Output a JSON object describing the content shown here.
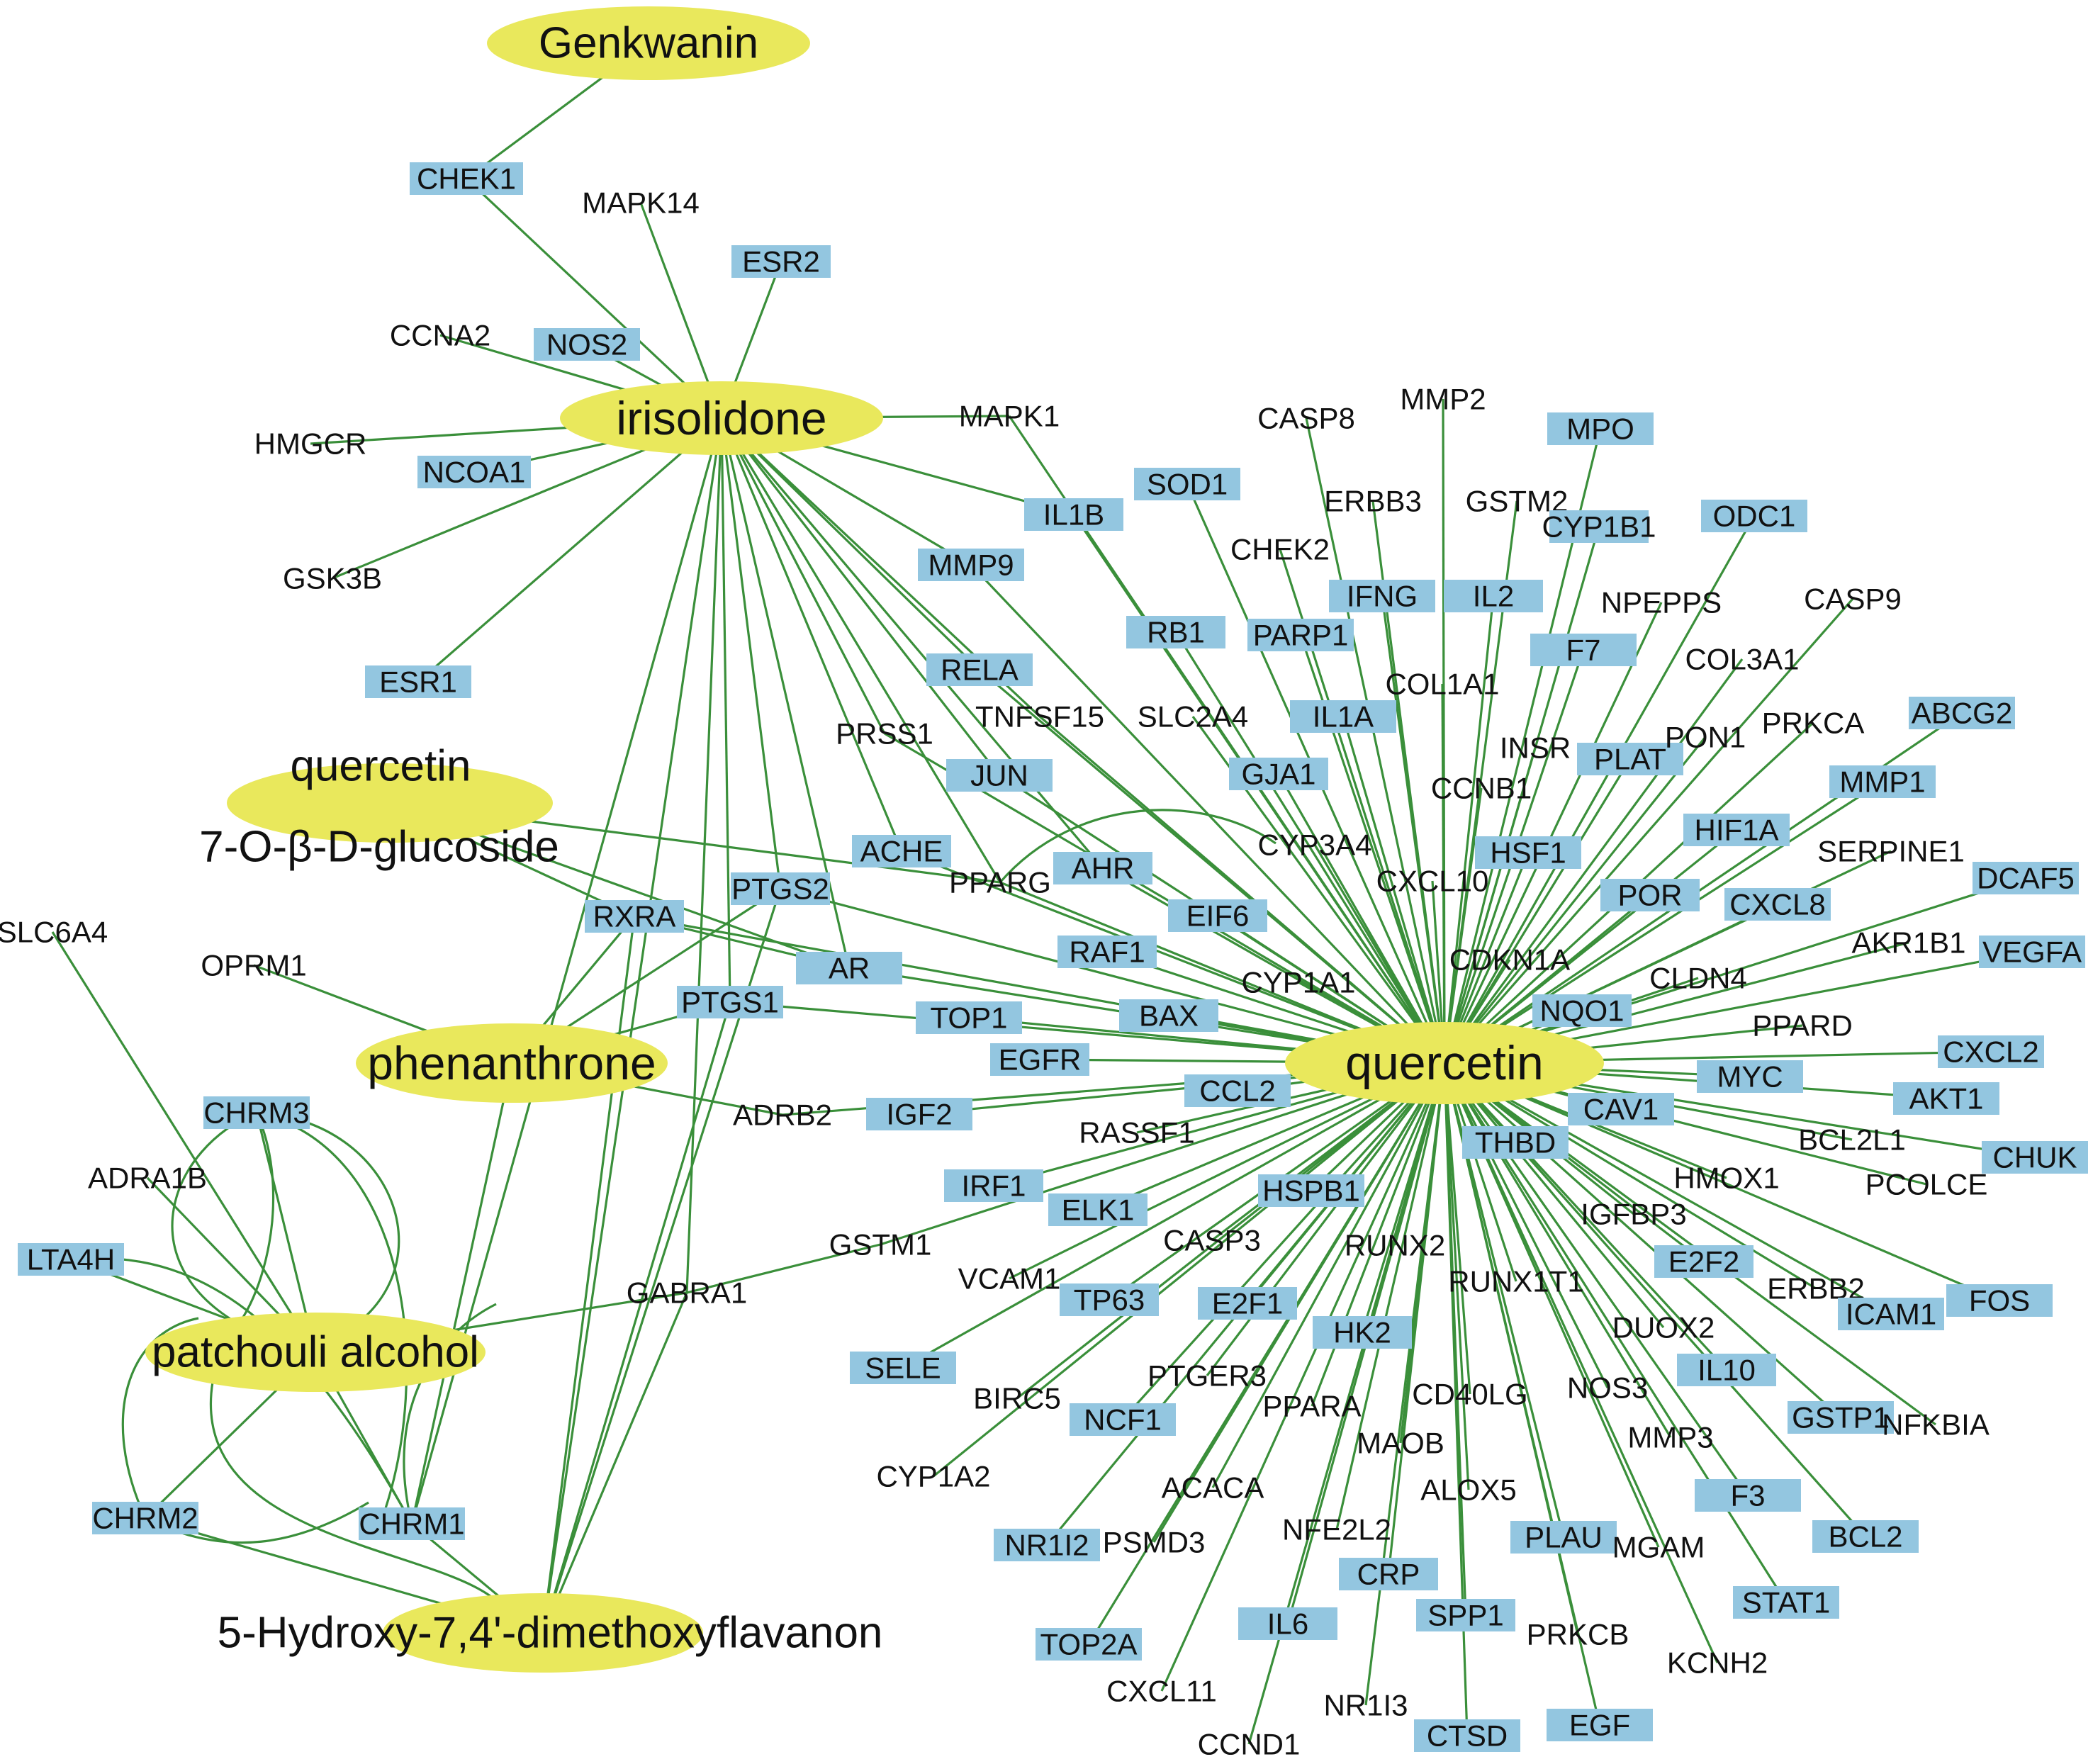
{
  "colors": {
    "edge": "#3a8f3a",
    "compound_fill": "#e9e85c",
    "target_fill": "#93c6e0",
    "text": "#111111"
  },
  "compounds": {
    "genkwanin": {
      "label": "Genkwanin"
    },
    "irisolidone": {
      "label": "irisolidone"
    },
    "q7g": {
      "label": "quercetin",
      "label2": "7-O-β-D-glucoside"
    },
    "phenanthrone": {
      "label": "phenanthrone"
    },
    "patchouli": {
      "label": "patchouli alcohol"
    },
    "hydroxy": {
      "label": "5-Hydroxy-7,4'-dimethoxyflavanon"
    },
    "quercetin": {
      "label": "quercetin"
    }
  },
  "targets": [
    "CHEK1",
    "MAPK14",
    "ESR2",
    "CCNA2",
    "NOS2",
    "HMGCR",
    "NCOA1",
    "GSK3B",
    "ESR1",
    "MAPK1",
    "CASP8",
    "MMP2",
    "MPO",
    "SOD1",
    "ERBB3",
    "GSTM2",
    "CYP1B1",
    "ODC1",
    "IL1B",
    "MMP9",
    "CHEK2",
    "IFNG",
    "IL2",
    "NPEPPS",
    "CASP9",
    "RB1",
    "PARP1",
    "F7",
    "COL3A1",
    "RELA",
    "COL1A1",
    "TNFSF15",
    "SLC2A4",
    "IL1A",
    "INSR",
    "PLAT",
    "PON1",
    "PRKCA",
    "ABCG2",
    "PRSS1",
    "JUN",
    "GJA1",
    "CCNB1",
    "MMP1",
    "HIF1A",
    "ACHE",
    "PPARG",
    "AHR",
    "CYP3A4",
    "HSF1",
    "SERPINE1",
    "DCAF5",
    "CXCL10",
    "POR",
    "CXCL8",
    "SLC6A4",
    "OPRM1",
    "RXRA",
    "PTGS2",
    "EIF6",
    "AR",
    "RAF1",
    "CDKN1A",
    "AKR1B1",
    "VEGFA",
    "CYP1A1",
    "CLDN4",
    "PTGS1",
    "TOP1",
    "BAX",
    "NQO1",
    "PPARD",
    "EGFR",
    "CXCL2",
    "MYC",
    "CCL2",
    "AKT1",
    "IGF2",
    "ADRB2",
    "CHRM3",
    "CAV1",
    "RASSF1",
    "THBD",
    "BCL2L1",
    "CHUK",
    "PCOLCE",
    "HMOX1",
    "ADRA1B",
    "IRF1",
    "HSPB1",
    "ELK1",
    "IGFBP3",
    "CASP3",
    "GSTM1",
    "LTA4H",
    "RUNX2",
    "E2F2",
    "VCAM1",
    "RUNX1T1",
    "ERBB2",
    "TP63",
    "E2F1",
    "GABRA1",
    "ICAM1",
    "FOS",
    "HK2",
    "DUOX2",
    "SELE",
    "PTGER3",
    "IL10",
    "BIRC5",
    "CD40LG",
    "NOS3",
    "NCF1",
    "PPARA",
    "GSTP1",
    "NFKBIA",
    "MAOB",
    "MMP3",
    "CYP1A2",
    "ACACA",
    "ALOX5",
    "F3",
    "CHRM2",
    "CHRM1",
    "NFE2L2",
    "NR1I2",
    "PSMD3",
    "PLAU",
    "MGAM",
    "BCL2",
    "CRP",
    "STAT1",
    "TOP2A",
    "IL6",
    "SPP1",
    "PRKCB",
    "KCNH2",
    "CXCL11",
    "NR1I3",
    "CTSD",
    "EGF",
    "CCND1"
  ]
}
